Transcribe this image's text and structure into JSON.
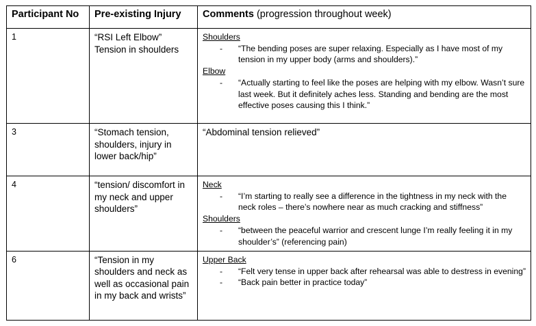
{
  "table": {
    "headers": {
      "participant": "Participant No",
      "injury": "Pre-existing Injury",
      "comments_strong": "Comments",
      "comments_normal": " (progression throughout week)"
    },
    "rows": [
      {
        "participant": "1",
        "injury_line_1": "“RSI Left Elbow”",
        "injury_line_2": "Tension in shoulders",
        "comments_groups": [
          {
            "heading": "Shoulders",
            "items": [
              "“The bending poses are super relaxing. Especially as I have most of my tension in my upper body (arms and shoulders).”"
            ]
          },
          {
            "heading": "Elbow",
            "items": [
              "“Actually starting to feel like the poses are helping with my elbow. Wasn’t sure last week. But it definitely aches less. Standing and bending are the most effective poses causing this I think.”"
            ]
          }
        ]
      },
      {
        "participant": "3",
        "injury_line_1": "“Stomach tension, shoulders, injury in lower back/hip”",
        "injury_line_2": "",
        "comments_plain": "“Abdominal tension relieved”"
      },
      {
        "participant": "4",
        "injury_line_1": "“tension/ discomfort in my neck and upper shoulders”",
        "injury_line_2": "",
        "comments_groups": [
          {
            "heading": "Neck",
            "items": [
              "“I’m starting to really see a difference in the tightness in my neck with the neck roles – there’s nowhere near as much cracking and stiffness”"
            ]
          },
          {
            "heading": "Shoulders",
            "items": [
              "“between the peaceful warrior and crescent lunge I’m really feeling it in my shoulder’s” (referencing pain)"
            ]
          }
        ]
      },
      {
        "participant": "6",
        "injury_line_1": "“Tension in my shoulders and neck as well as occasional pain in my back and wrists”",
        "injury_line_2": "",
        "comments_groups": [
          {
            "heading": "Upper Back",
            "items": [
              "“Felt very tense in upper back after rehearsal was able to destress in evening”",
              "“Back pain better in practice today”"
            ]
          }
        ]
      }
    ],
    "bullet_marker": "-"
  }
}
